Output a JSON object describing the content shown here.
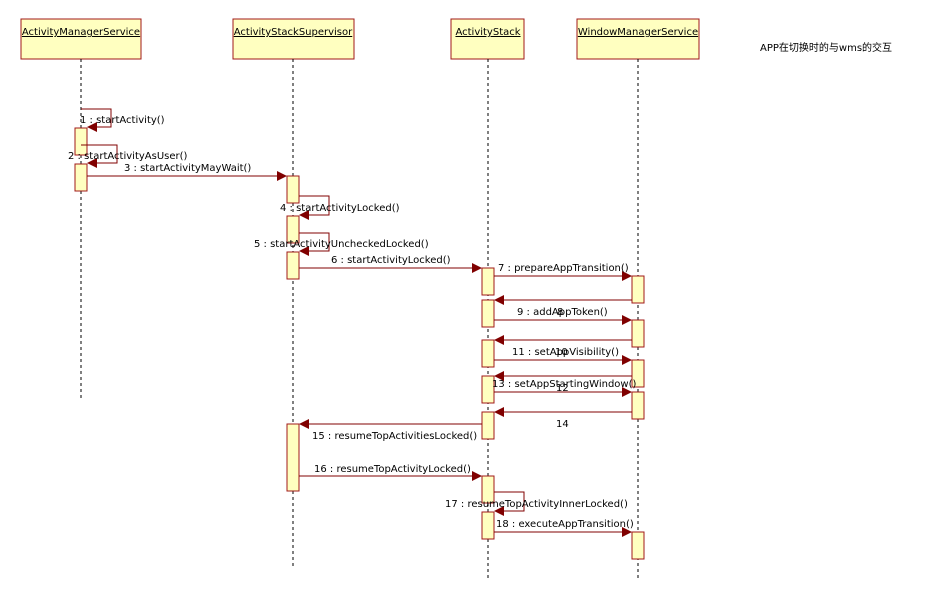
{
  "title": "APP在切换时的与wms的交互",
  "colors": {
    "box_fill": "#ffffc0",
    "box_stroke": "#a01818",
    "arrow": "#800000",
    "lifeline": "#000000"
  },
  "participants": [
    {
      "id": "ams",
      "name": "ActivityManagerService"
    },
    {
      "id": "ass",
      "name": "ActivityStackSupervisor"
    },
    {
      "id": "as",
      "name": "ActivityStack"
    },
    {
      "id": "wms",
      "name": "WindowManagerService"
    }
  ],
  "messages": [
    {
      "label": "1 : startActivity()"
    },
    {
      "label": "2 : startActivityAsUser()"
    },
    {
      "label": "3 : startActivityMayWait()"
    },
    {
      "label": "4 : startActivityLocked()"
    },
    {
      "label": "5 : startActivityUncheckedLocked()"
    },
    {
      "label": "6 : startActivityLocked()"
    },
    {
      "label": "7 : prepareAppTransition()"
    },
    {
      "label": "8"
    },
    {
      "label": "9 : addAppToken()"
    },
    {
      "label": "10"
    },
    {
      "label": "11 : setAppVisibility()"
    },
    {
      "label": "12"
    },
    {
      "label": "13 : setAppStartingWindow()"
    },
    {
      "label": "14"
    },
    {
      "label": "15 : resumeTopActivitiesLocked()"
    },
    {
      "label": "16 : resumeTopActivityLocked()"
    },
    {
      "label": "17 : resumeTopActivityInnerLocked()"
    },
    {
      "label": "18 : executeAppTransition()"
    }
  ]
}
